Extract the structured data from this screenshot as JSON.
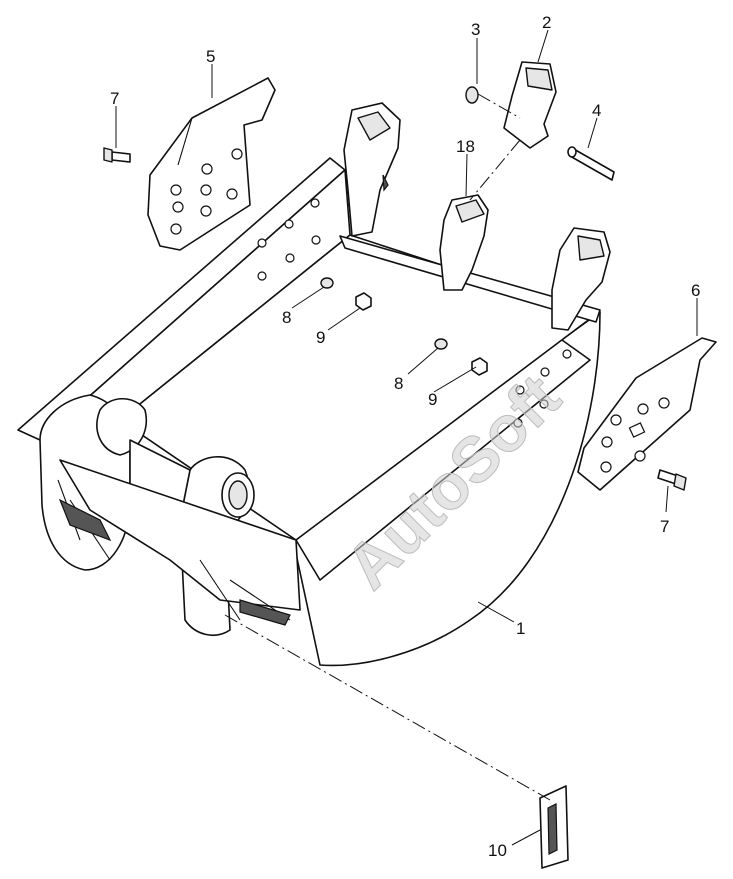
{
  "watermark": "AutoSoft",
  "callouts": {
    "c1": "1",
    "c2": "2",
    "c3": "3",
    "c4": "4",
    "c5": "5",
    "c6": "6",
    "c7a": "7",
    "c7b": "7",
    "c8a": "8",
    "c8b": "8",
    "c9a": "9",
    "c9b": "9",
    "c10": "10",
    "c18": "18"
  }
}
